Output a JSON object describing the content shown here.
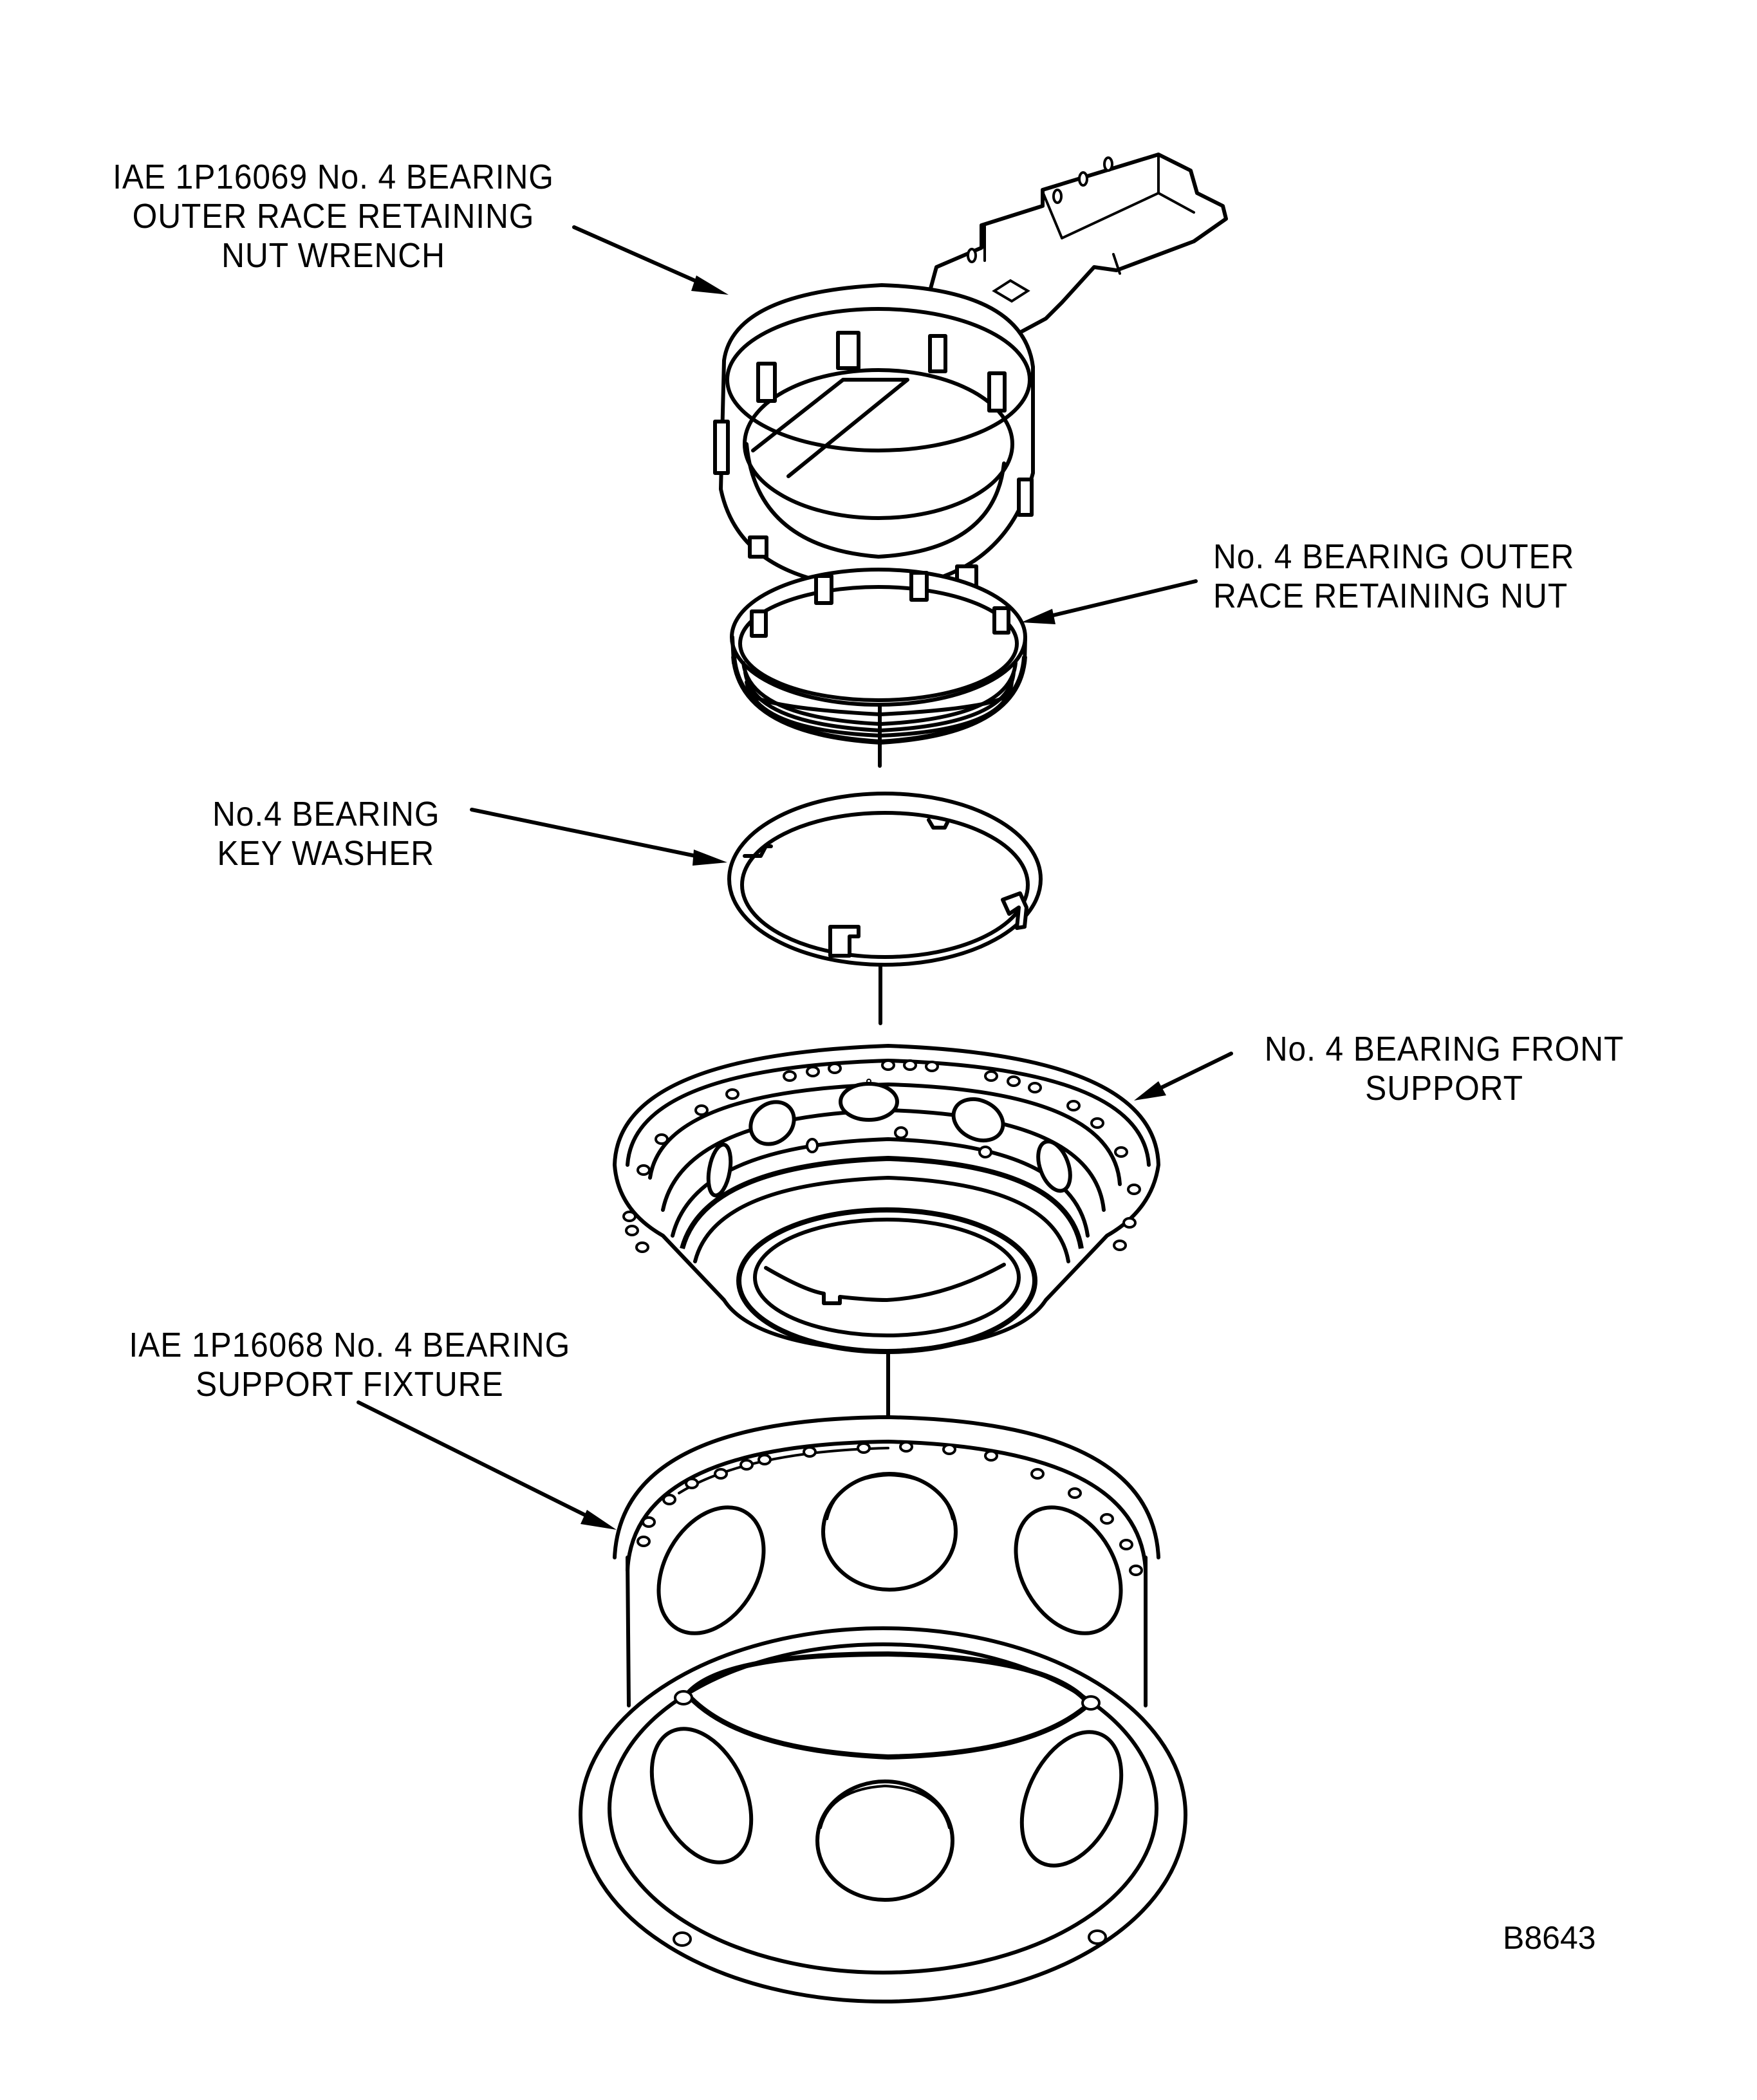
{
  "figure": {
    "id": "B8643",
    "colors": {
      "ink": "#000000",
      "paper": "#ffffff"
    }
  },
  "callouts": [
    {
      "id": "wrench",
      "lines": [
        "IAE 1P16069 No. 4 BEARING",
        "OUTER RACE RETAINING",
        "NUT WRENCH"
      ]
    },
    {
      "id": "nut",
      "lines": [
        "No. 4 BEARING OUTER",
        "RACE RETAINING NUT"
      ]
    },
    {
      "id": "washer",
      "lines": [
        "No.4 BEARING",
        "KEY WASHER"
      ]
    },
    {
      "id": "front_support",
      "lines": [
        "No. 4 BEARING FRONT",
        "SUPPORT"
      ]
    },
    {
      "id": "fixture",
      "lines": [
        "IAE 1P16068 No. 4 BEARING",
        "SUPPORT FIXTURE"
      ]
    }
  ],
  "parts": [
    {
      "name": "nut-wrench",
      "icon": "wrench-ring-icon"
    },
    {
      "name": "retaining-nut",
      "icon": "threaded-nut-icon"
    },
    {
      "name": "key-washer",
      "icon": "key-washer-icon"
    },
    {
      "name": "front-support",
      "icon": "bearing-support-icon"
    },
    {
      "name": "support-fixture",
      "icon": "support-fixture-icon"
    }
  ]
}
